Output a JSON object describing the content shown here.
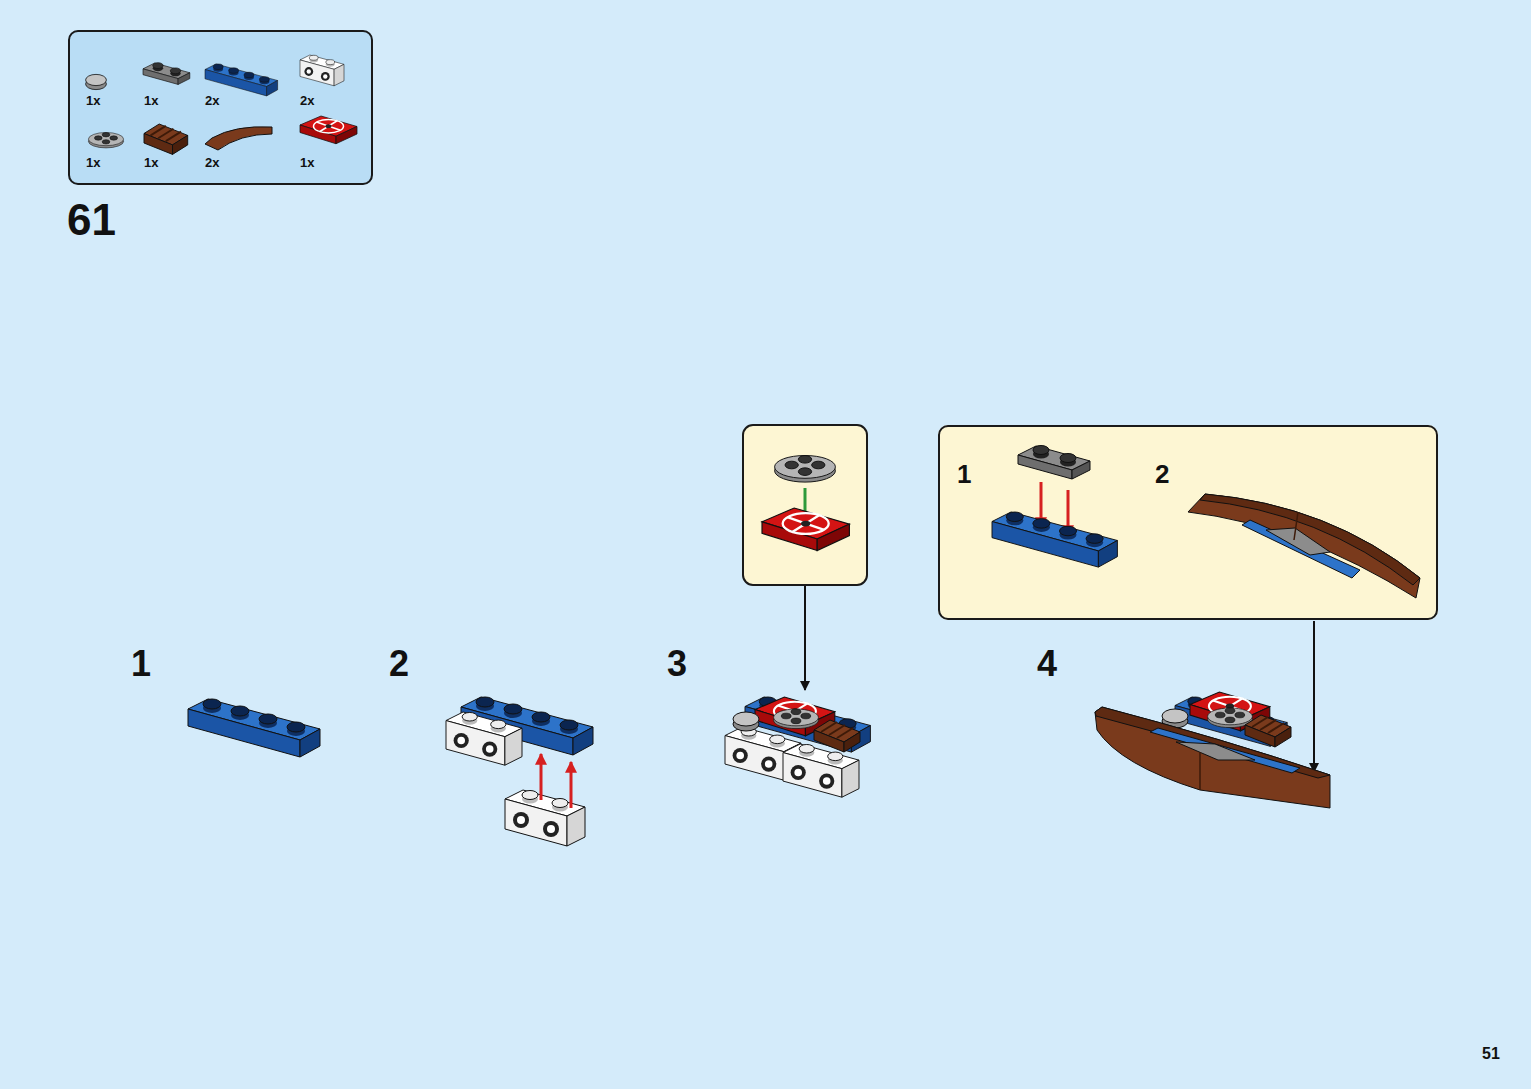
{
  "diagram": {
    "nodes": [
      {
        "text": [
          "1x",
          "1x",
          "2x",
          "2x",
          "1x",
          "1x",
          "2x",
          "1x"
        ]
      },
      {
        "text": [
          "1",
          "2"
        ]
      }
    ],
    "labels": [
      "61",
      "1",
      "2",
      "3",
      "4",
      "51"
    ]
  }
}
